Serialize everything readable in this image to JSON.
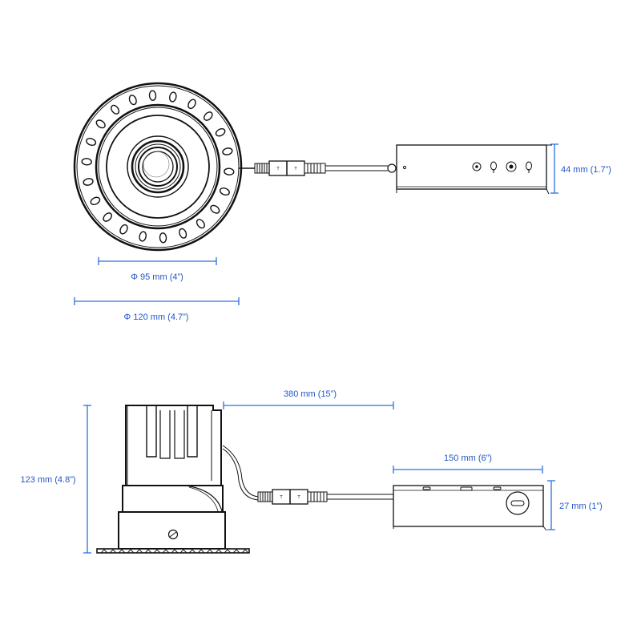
{
  "colors": {
    "dimension": "#2c6fe0",
    "dimension_text": "#2156c9",
    "ink": "#1a1a1a"
  },
  "top_view": {
    "cutout_label": "Φ 95 mm  (4”)",
    "flange_label": "Φ 120 mm (4.7”)",
    "driver_height_label": "44 mm (1.7”)",
    "connector_marks": [
      "T",
      "T"
    ]
  },
  "side_view": {
    "fixture_height_label": "123 mm (4.8”)",
    "cable_length_label": "380 mm (15”)",
    "driver_length_label": "150 mm (6”)",
    "driver_depth_label": "27 mm (1”)",
    "connector_marks": [
      "T",
      "T"
    ]
  }
}
